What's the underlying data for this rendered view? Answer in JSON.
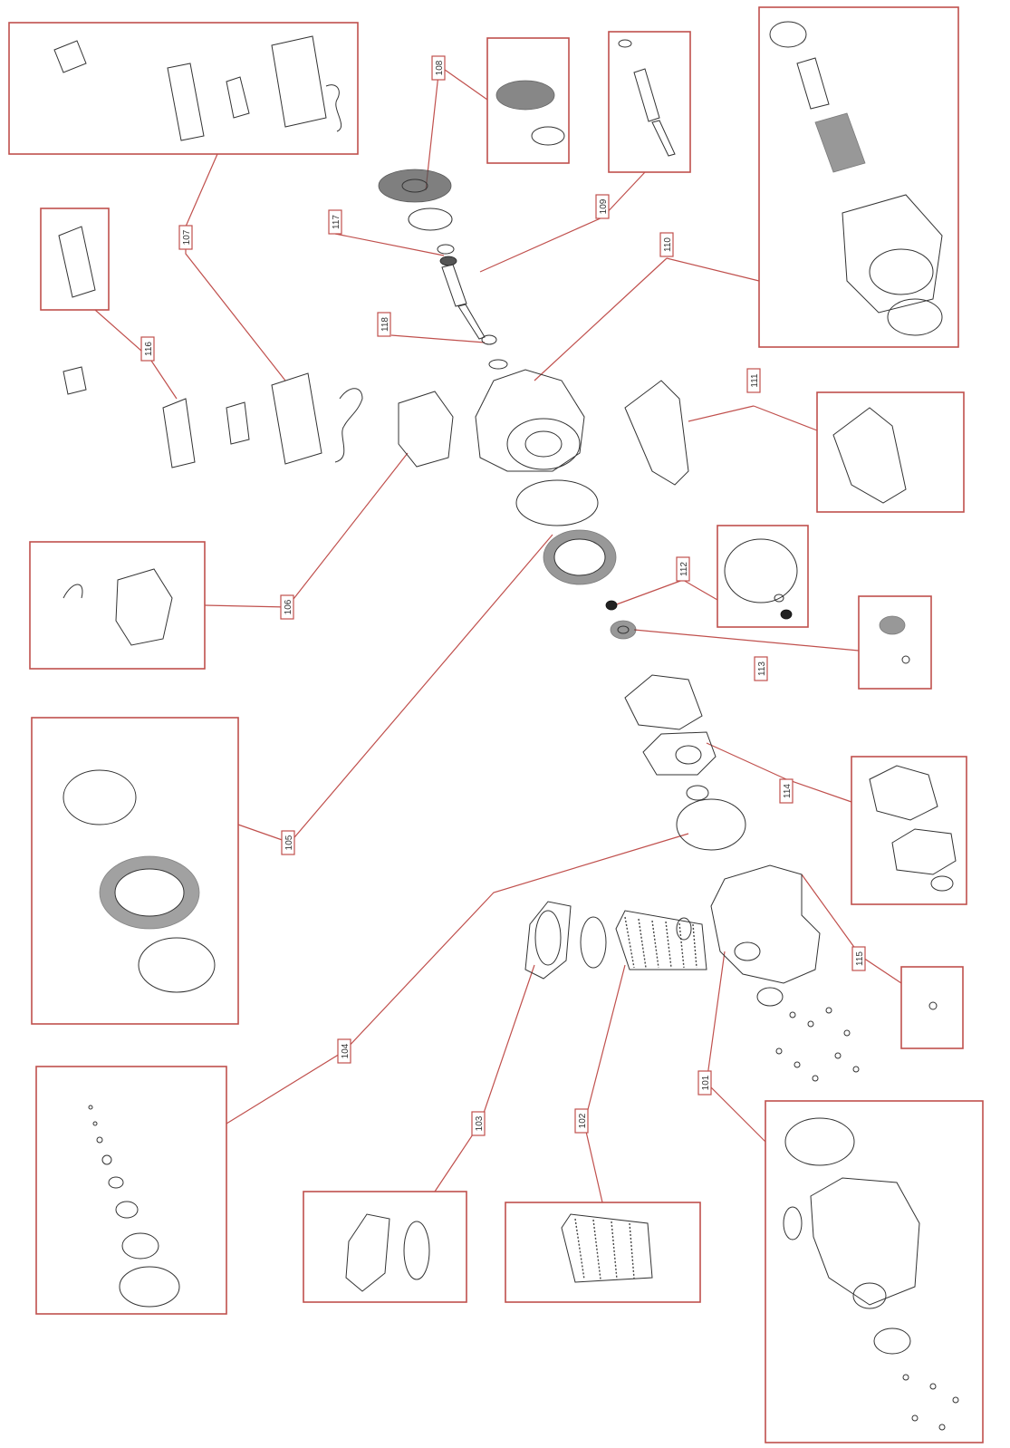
{
  "diagram": {
    "callouts": [
      {
        "id": "101",
        "label": "101"
      },
      {
        "id": "102",
        "label": "102"
      },
      {
        "id": "103",
        "label": "103"
      },
      {
        "id": "104",
        "label": "104"
      },
      {
        "id": "105",
        "label": "105"
      },
      {
        "id": "106",
        "label": "106"
      },
      {
        "id": "107",
        "label": "107"
      },
      {
        "id": "108",
        "label": "108"
      },
      {
        "id": "109",
        "label": "109"
      },
      {
        "id": "110",
        "label": "110"
      },
      {
        "id": "111",
        "label": "111"
      },
      {
        "id": "112",
        "label": "112"
      },
      {
        "id": "113",
        "label": "113"
      },
      {
        "id": "114",
        "label": "114"
      },
      {
        "id": "115",
        "label": "115"
      },
      {
        "id": "116",
        "label": "116"
      },
      {
        "id": "117",
        "label": "117"
      },
      {
        "id": "118",
        "label": "118"
      }
    ],
    "colors": {
      "callout": "#c0504d",
      "line_art": "#333333"
    }
  }
}
